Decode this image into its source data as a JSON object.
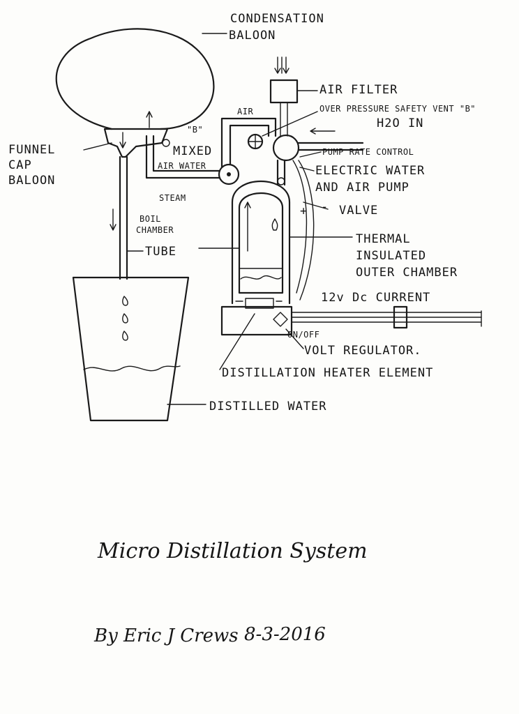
{
  "labels": {
    "condensation": "CONDENSATION",
    "baloon": "BALOON",
    "air_filter": "AIR FILTER",
    "over_pressure": "OVER PRESSURE SAFETY VENT \"B\"",
    "h2o_in": "H2O IN",
    "air": "AIR",
    "b_mark": "\"B\"",
    "funnel": "FUNNEL",
    "cap": "CAP",
    "baloon2": "BALOON",
    "mixed": "MIXED",
    "air_water": "AIR WATER",
    "pump_rate": "PUMP RATE CONTROL",
    "electric_water": "ELECTRIC WATER",
    "and_air_pump": "AND AIR PUMP",
    "steam": "STEAM",
    "boil": "BOIL",
    "chamber": "CHAMBER",
    "valve": "VALVE",
    "tube": "TUBE",
    "thermal": "THERMAL",
    "insulated": "INSULATED",
    "outer_chamber": "OUTER CHAMBER",
    "current": "12v Dc CURRENT",
    "on_off": "ON/OFF",
    "volt_regulator": "VOLT REGULATOR.",
    "heater": "DISTILLATION HEATER ELEMENT",
    "distilled": "DISTILLED WATER",
    "plus": "+",
    "minus": "-"
  },
  "title": "Micro Distillation System",
  "signature": "By Eric J Crews",
  "date": "8-3-2016"
}
